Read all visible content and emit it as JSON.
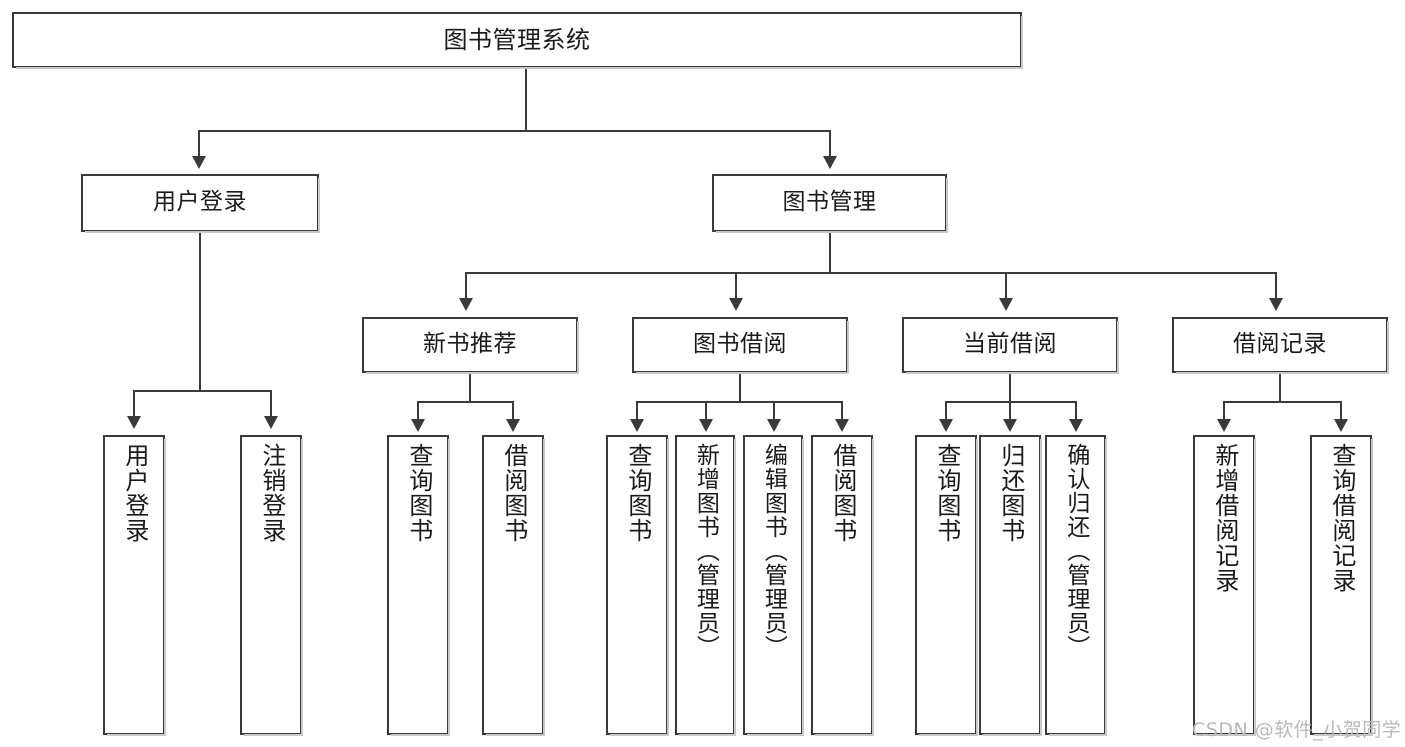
{
  "diagram": {
    "type": "tree-hierarchy",
    "title": "图书管理系统",
    "root": {
      "id": "root",
      "label": "图书管理系统"
    },
    "level1": [
      {
        "id": "user-login",
        "label": "用户登录"
      },
      {
        "id": "book-manage",
        "label": "图书管理"
      }
    ],
    "level2": [
      {
        "id": "new-book-rec",
        "label": "新书推荐",
        "parent": "book-manage"
      },
      {
        "id": "book-borrow",
        "label": "图书借阅",
        "parent": "book-manage"
      },
      {
        "id": "current-borrow",
        "label": "当前借阅",
        "parent": "book-manage"
      },
      {
        "id": "borrow-record",
        "label": "借阅记录",
        "parent": "book-manage"
      }
    ],
    "leaves": {
      "user-login": [
        {
          "id": "leaf-user-login",
          "label": "用户登录"
        },
        {
          "id": "leaf-user-logout",
          "label": "注销登录"
        }
      ],
      "new-book-rec": [
        {
          "id": "leaf-query-book-1",
          "label": "查询图书"
        },
        {
          "id": "leaf-borrow-book-1",
          "label": "借阅图书"
        }
      ],
      "book-borrow": [
        {
          "id": "leaf-query-book-2",
          "label": "查询图书"
        },
        {
          "id": "leaf-add-book",
          "label": "新增图书（管理员）"
        },
        {
          "id": "leaf-edit-book",
          "label": "编辑图书（管理员）"
        },
        {
          "id": "leaf-borrow-book-2",
          "label": "借阅图书"
        }
      ],
      "current-borrow": [
        {
          "id": "leaf-query-book-3",
          "label": "查询图书"
        },
        {
          "id": "leaf-return-book",
          "label": "归还图书"
        },
        {
          "id": "leaf-confirm-return",
          "label": "确认归还（管理员）"
        }
      ],
      "borrow-record": [
        {
          "id": "leaf-add-record",
          "label": "新增借阅记录"
        },
        {
          "id": "leaf-query-record",
          "label": "查询借阅记录"
        }
      ]
    },
    "colors": {
      "stroke": "#3a3a3a",
      "fill": "#ffffff",
      "text": "#1a1a1a",
      "shadow": "#c9c9c9",
      "watermark": "#b9b9b9"
    }
  },
  "watermark": {
    "text": "CSDN @软件_小贺同学"
  }
}
